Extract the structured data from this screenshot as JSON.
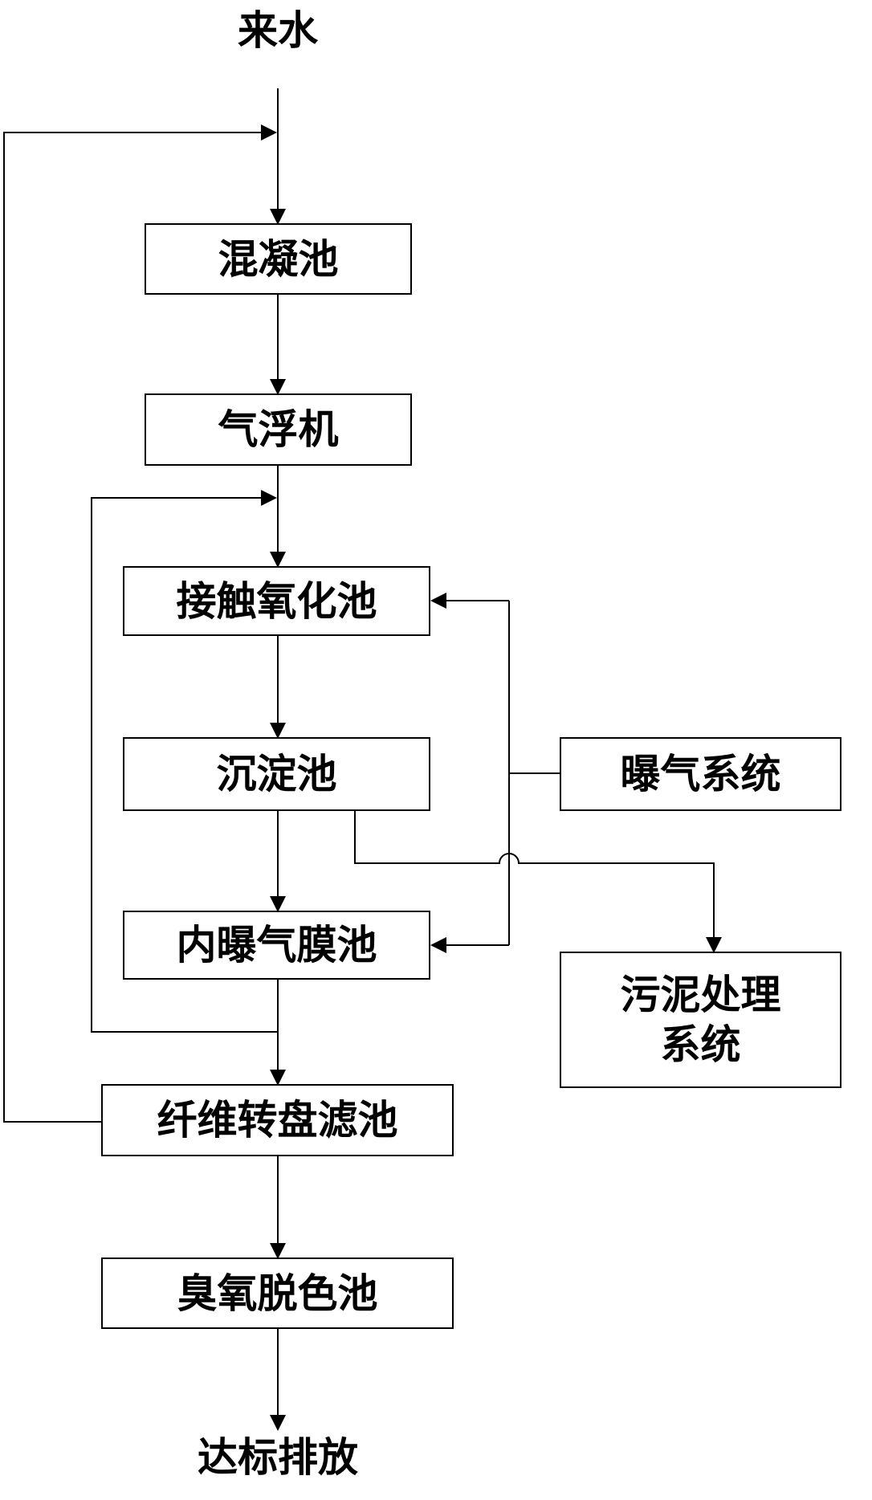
{
  "nodes": {
    "inflow": "来水",
    "mixing_tank": "混凝池",
    "air_flotation": "气浮机",
    "contact_oxidation": "接触氧化池",
    "sedimentation": "沉淀池",
    "internal_aeration_membrane": "内曝气膜池",
    "fiber_disc_filter": "纤维转盘滤池",
    "ozone_decolor": "臭氧脱色池",
    "discharge": "达标排放",
    "aeration_system": "曝气系统",
    "sludge_system": "污泥处理\n系统"
  }
}
